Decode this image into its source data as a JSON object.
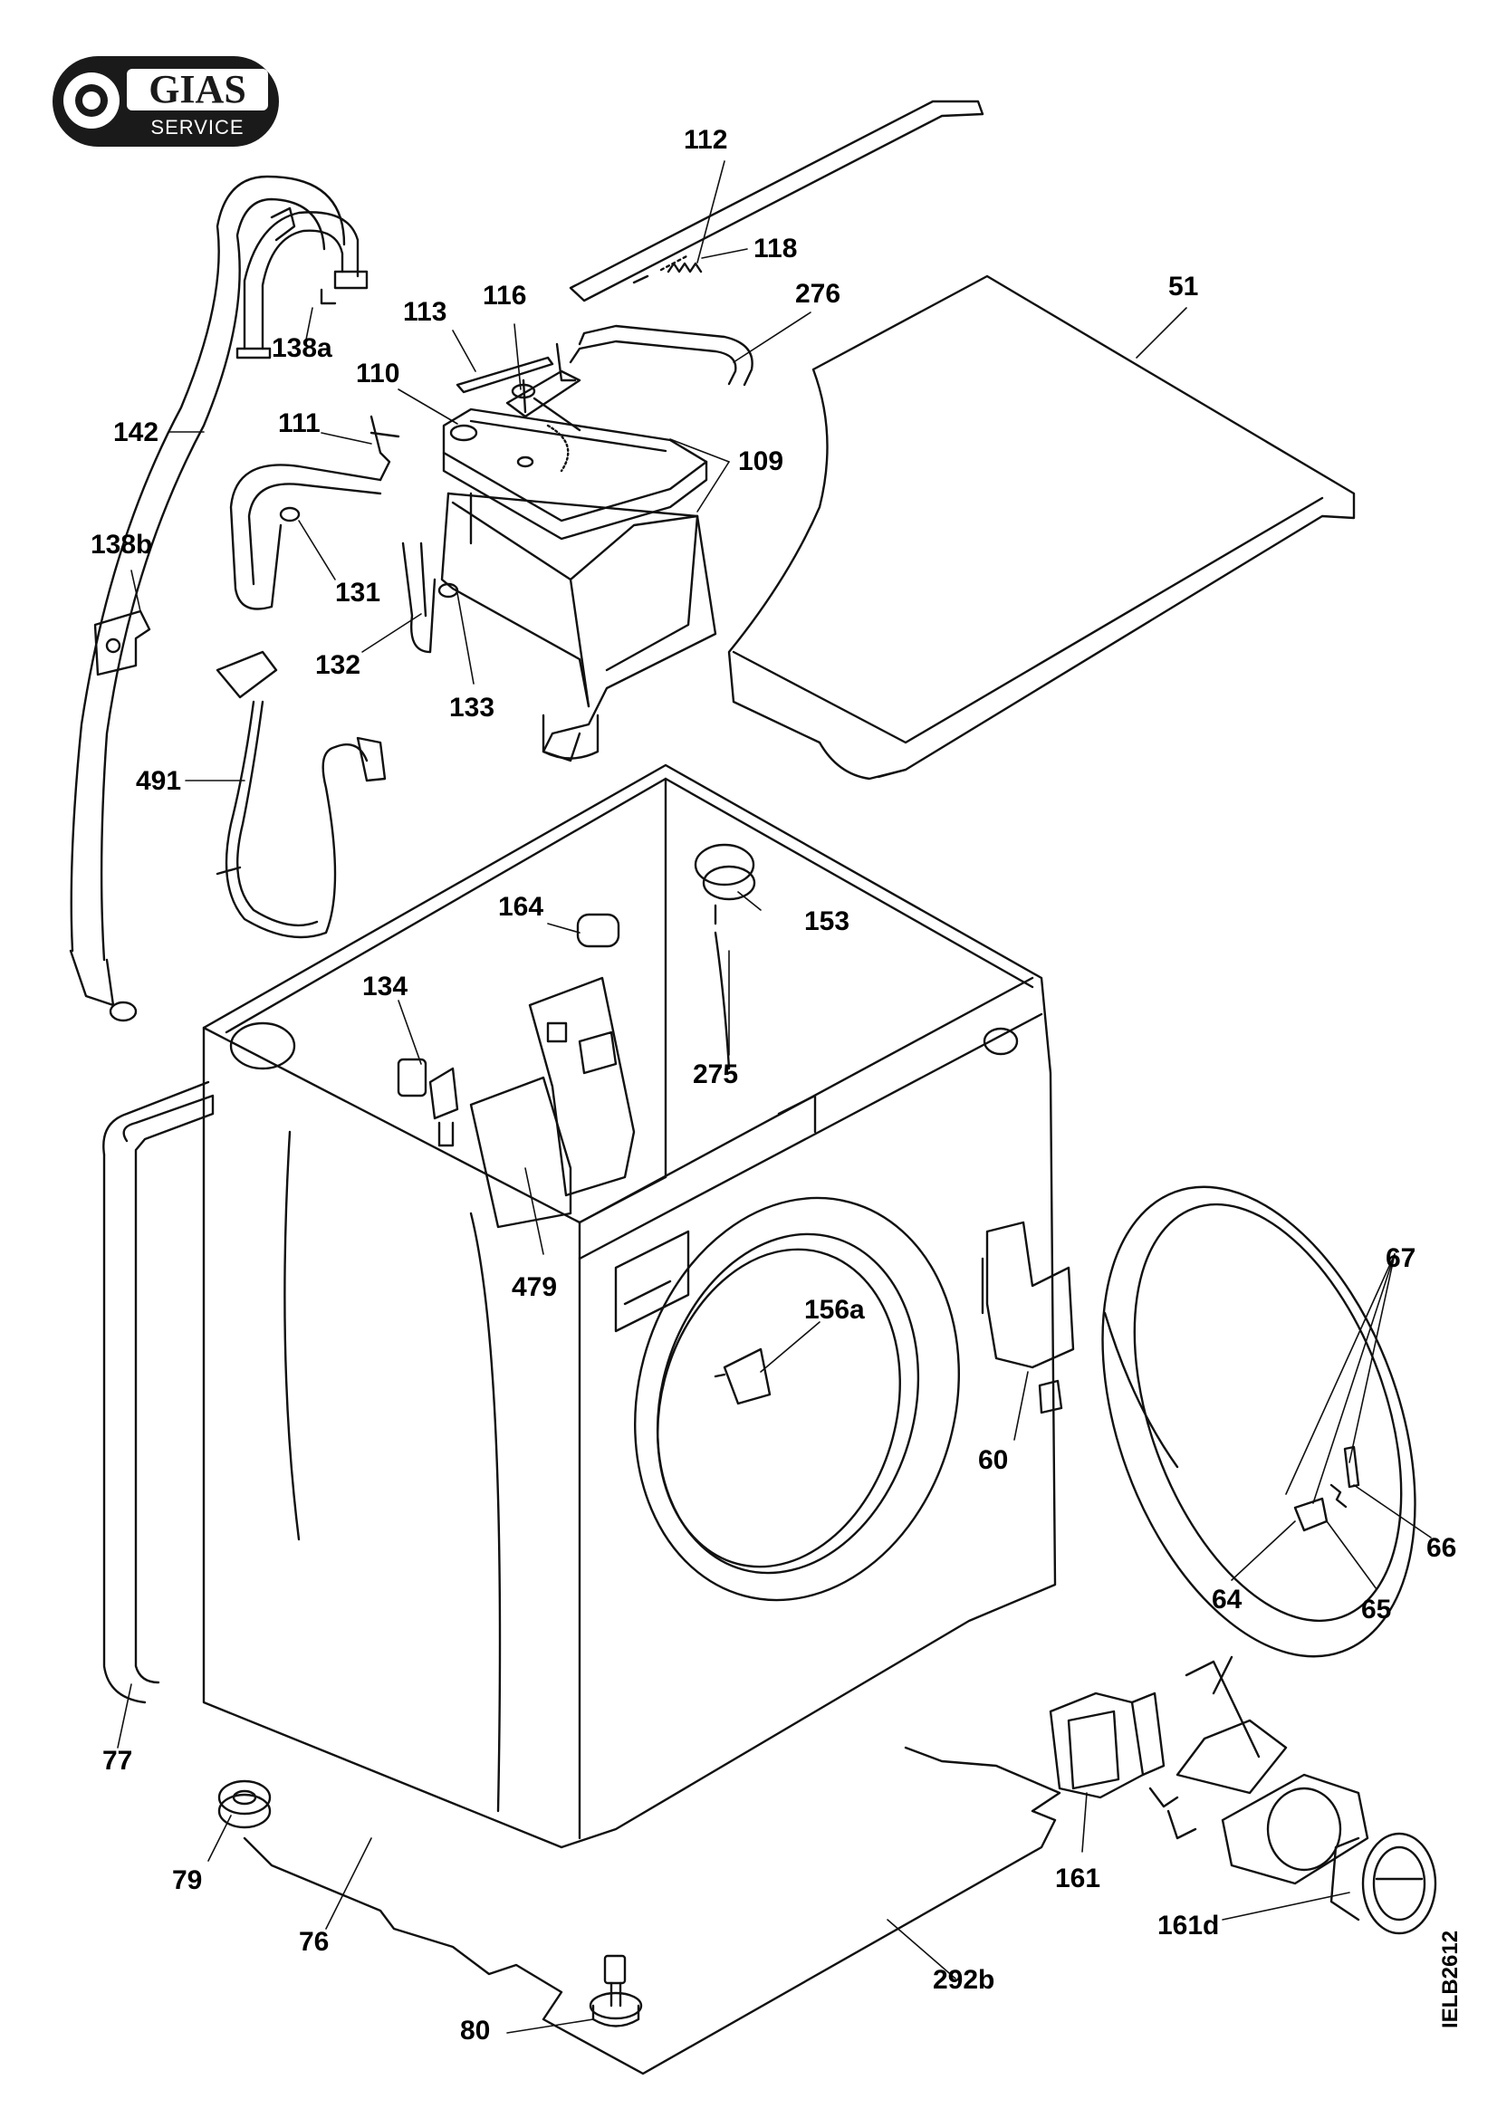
{
  "logo": {
    "brand": "GIAS",
    "subtitle": "SERVICE"
  },
  "drawing_code": "IELB2612",
  "callouts": [
    {
      "id": "112",
      "text": "112"
    },
    {
      "id": "118",
      "text": "118"
    },
    {
      "id": "276",
      "text": "276"
    },
    {
      "id": "51",
      "text": "51"
    },
    {
      "id": "116",
      "text": "116"
    },
    {
      "id": "113",
      "text": "113"
    },
    {
      "id": "110",
      "text": "110"
    },
    {
      "id": "138a",
      "text": "138a"
    },
    {
      "id": "142",
      "text": "142"
    },
    {
      "id": "111",
      "text": "111"
    },
    {
      "id": "109",
      "text": "109"
    },
    {
      "id": "138b",
      "text": "138b"
    },
    {
      "id": "131",
      "text": "131"
    },
    {
      "id": "132",
      "text": "132"
    },
    {
      "id": "133",
      "text": "133"
    },
    {
      "id": "491",
      "text": "491"
    },
    {
      "id": "164",
      "text": "164"
    },
    {
      "id": "153",
      "text": "153"
    },
    {
      "id": "134",
      "text": "134"
    },
    {
      "id": "275",
      "text": "275"
    },
    {
      "id": "479",
      "text": "479"
    },
    {
      "id": "67",
      "text": "67"
    },
    {
      "id": "156a",
      "text": "156a"
    },
    {
      "id": "60",
      "text": "60"
    },
    {
      "id": "66",
      "text": "66"
    },
    {
      "id": "64",
      "text": "64"
    },
    {
      "id": "65",
      "text": "65"
    },
    {
      "id": "77",
      "text": "77"
    },
    {
      "id": "161",
      "text": "161"
    },
    {
      "id": "79",
      "text": "79"
    },
    {
      "id": "161d",
      "text": "161d"
    },
    {
      "id": "76",
      "text": "76"
    },
    {
      "id": "292b",
      "text": "292b"
    },
    {
      "id": "80",
      "text": "80"
    }
  ]
}
